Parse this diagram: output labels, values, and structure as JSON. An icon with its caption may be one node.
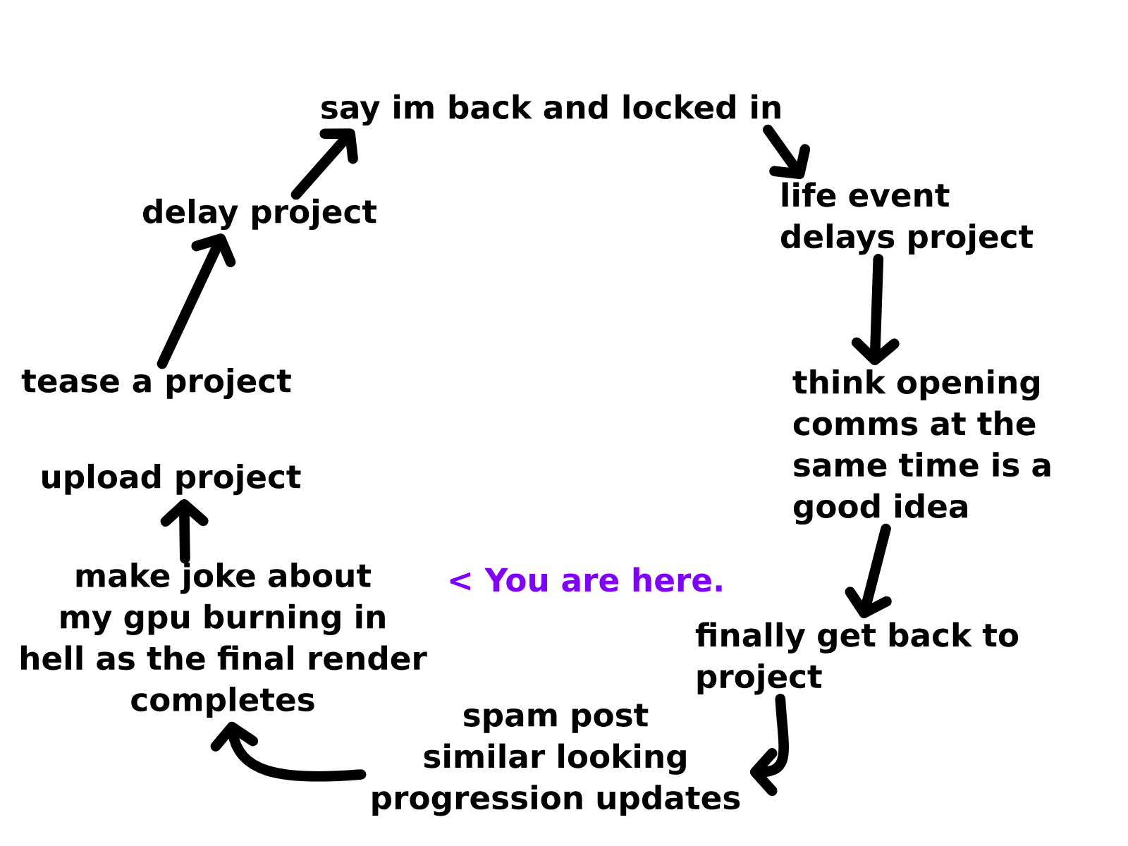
{
  "diagram": {
    "nodes": [
      {
        "text": [
          "say im back and locked in"
        ]
      },
      {
        "text": [
          "life event delays project"
        ]
      },
      {
        "text": [
          "think opening comms at the same time is a good idea"
        ]
      },
      {
        "text": [
          "finally get back to project"
        ]
      },
      {
        "text": [
          "spam post similar looking progression updates"
        ]
      },
      {
        "text": [
          "make joke about my gpu burning in hell as the final render completes"
        ],
        "beside": [
          "< You are here."
        ]
      },
      {
        "text": [
          "upload project"
        ]
      },
      {
        "text": [
          "tease a project"
        ]
      },
      {
        "text": [
          "delay project"
        ]
      }
    ],
    "edges": [
      {
        "from": 0,
        "to": 1,
        "arrow": "to"
      },
      {
        "from": 1,
        "to": 2,
        "arrow": "to"
      },
      {
        "from": 2,
        "to": 3,
        "arrow": "to"
      },
      {
        "from": 3,
        "to": 4,
        "arrow": "to"
      },
      {
        "from": 4,
        "to": 5,
        "arrow": "to"
      },
      {
        "from": 5,
        "to": 6,
        "arrow": "to"
      },
      {
        "from": 7,
        "to": 8,
        "arrow": "to"
      },
      {
        "from": 8,
        "to": 0,
        "arrow": "to"
      }
    ]
  }
}
